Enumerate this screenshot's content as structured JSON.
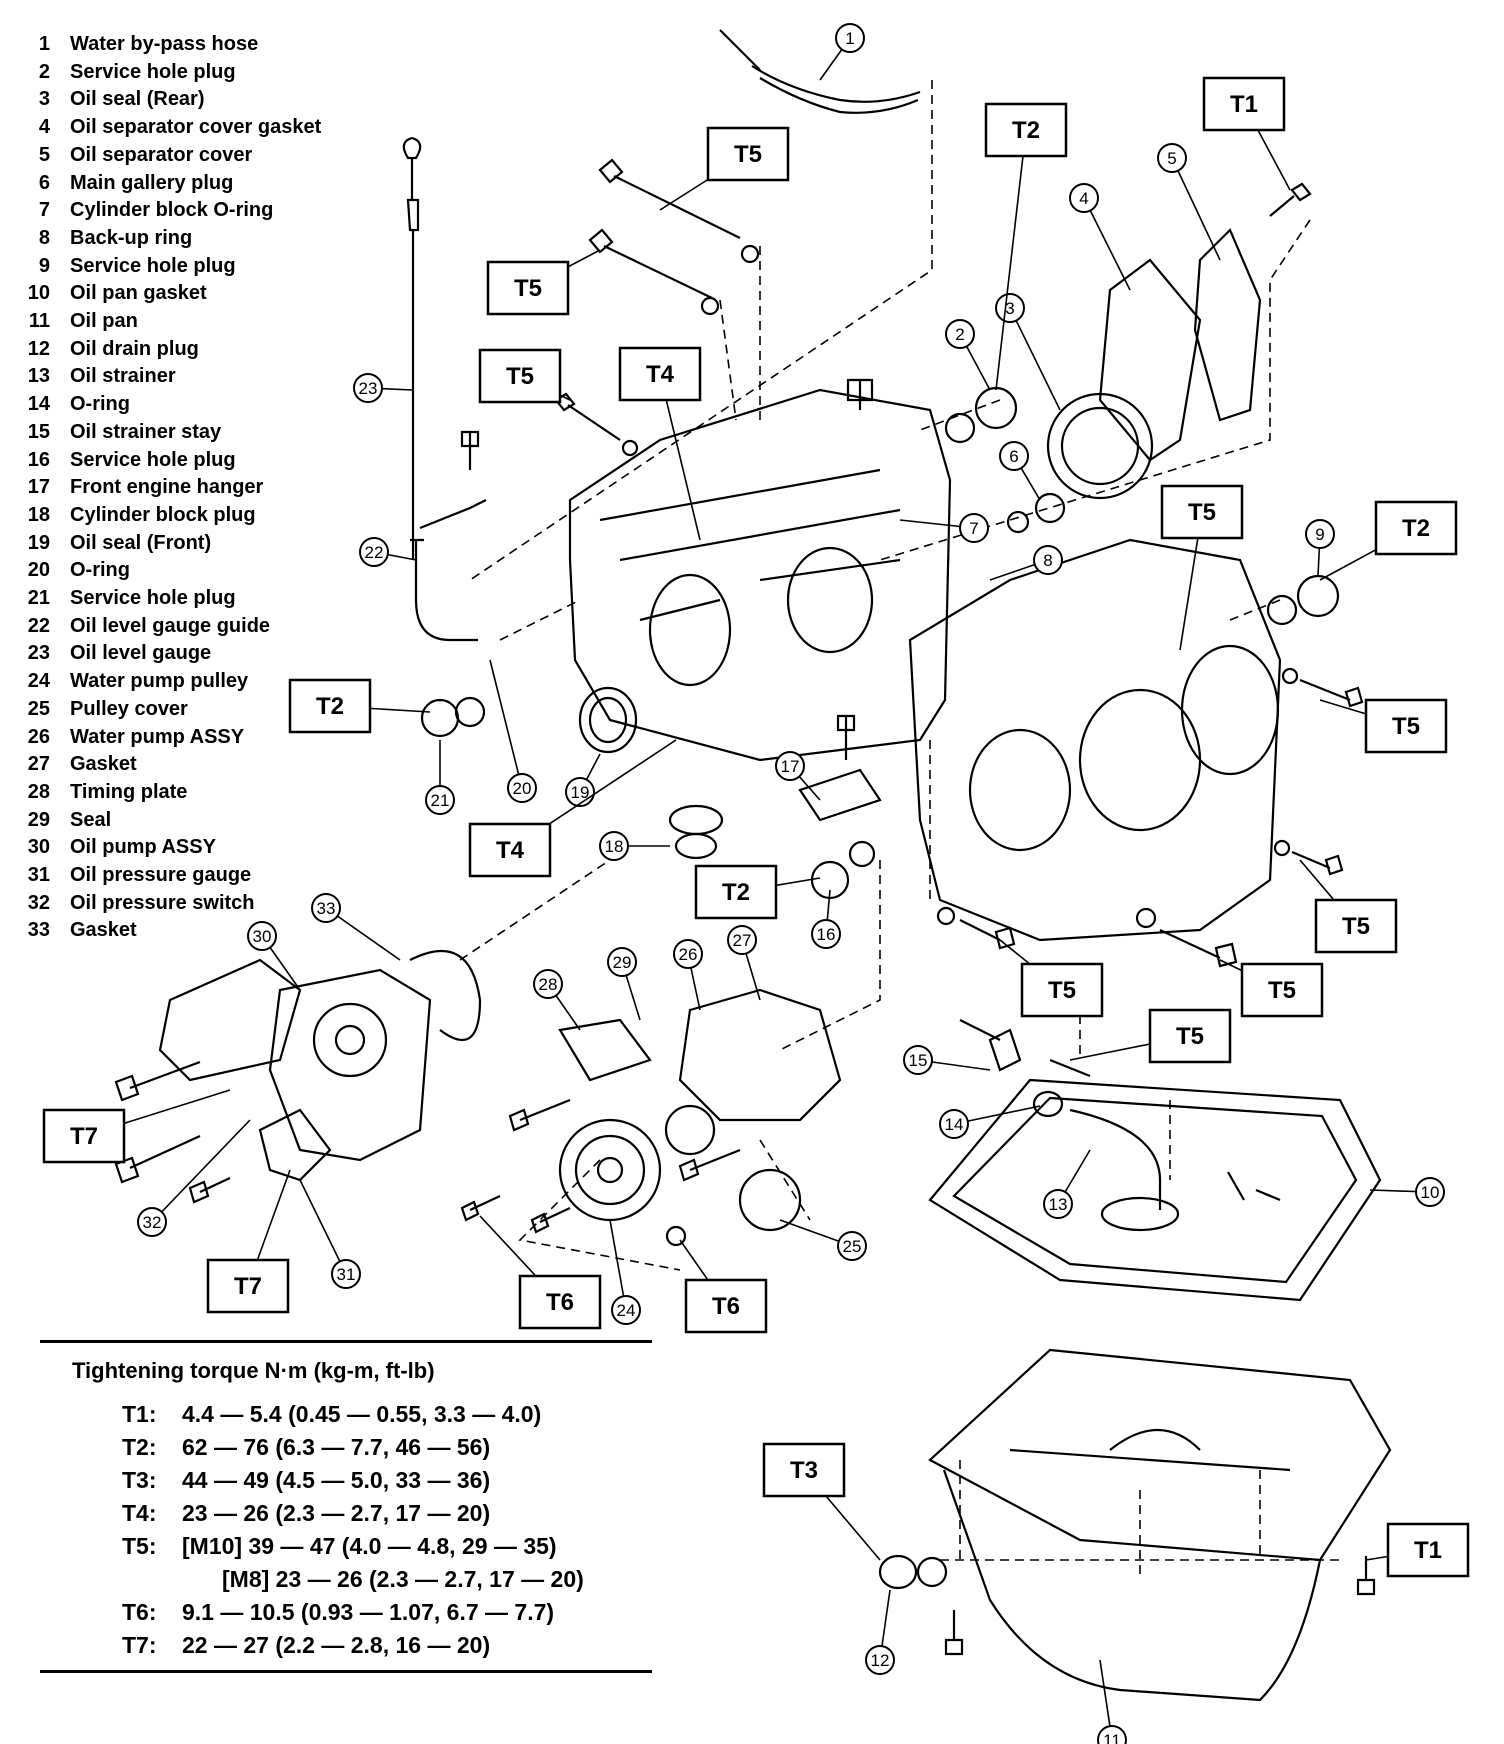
{
  "parts_legend": [
    {
      "no": "1",
      "name": "Water by-pass hose"
    },
    {
      "no": "2",
      "name": "Service hole plug"
    },
    {
      "no": "3",
      "name": "Oil seal (Rear)"
    },
    {
      "no": "4",
      "name": "Oil separator cover gasket"
    },
    {
      "no": "5",
      "name": "Oil separator cover"
    },
    {
      "no": "6",
      "name": "Main gallery plug"
    },
    {
      "no": "7",
      "name": "Cylinder block O-ring"
    },
    {
      "no": "8",
      "name": "Back-up ring"
    },
    {
      "no": "9",
      "name": "Service hole plug"
    },
    {
      "no": "10",
      "name": "Oil pan gasket"
    },
    {
      "no": "11",
      "name": "Oil pan"
    },
    {
      "no": "12",
      "name": "Oil drain plug"
    },
    {
      "no": "13",
      "name": "Oil strainer"
    },
    {
      "no": "14",
      "name": "O-ring"
    },
    {
      "no": "15",
      "name": "Oil strainer stay"
    },
    {
      "no": "16",
      "name": "Service hole plug"
    },
    {
      "no": "17",
      "name": "Front engine hanger"
    },
    {
      "no": "18",
      "name": "Cylinder block plug"
    },
    {
      "no": "19",
      "name": "Oil seal (Front)"
    },
    {
      "no": "20",
      "name": "O-ring"
    },
    {
      "no": "21",
      "name": "Service hole plug"
    },
    {
      "no": "22",
      "name": "Oil level gauge guide"
    },
    {
      "no": "23",
      "name": "Oil level gauge"
    },
    {
      "no": "24",
      "name": "Water pump pulley"
    },
    {
      "no": "25",
      "name": "Pulley cover"
    },
    {
      "no": "26",
      "name": "Water pump ASSY"
    },
    {
      "no": "27",
      "name": "Gasket"
    },
    {
      "no": "28",
      "name": "Timing plate"
    },
    {
      "no": "29",
      "name": "Seal"
    },
    {
      "no": "30",
      "name": "Oil pump ASSY"
    },
    {
      "no": "31",
      "name": "Oil pressure gauge"
    },
    {
      "no": "32",
      "name": "Oil pressure switch"
    },
    {
      "no": "33",
      "name": "Gasket"
    }
  ],
  "torque_table": {
    "heading": "Tightening torque   N·m (kg-m, ft-lb)",
    "rows": [
      {
        "code": "T1:",
        "value": "4.4 — 5.4 (0.45 — 0.55, 3.3 — 4.0)"
      },
      {
        "code": "T2:",
        "value": "62 — 76   (6.3 — 7.7, 46 — 56)"
      },
      {
        "code": "T3:",
        "value": "44 — 49   (4.5 — 5.0, 33 — 36)"
      },
      {
        "code": "T4:",
        "value": "23 — 26   (2.3 — 2.7, 17 — 20)"
      },
      {
        "code": "T5:",
        "value": "[M10] 39 — 47 (4.0 — 4.8, 29 — 35)"
      },
      {
        "code": "",
        "value": "[M8]   23 — 26 (2.3 — 2.7, 17 — 20)"
      },
      {
        "code": "T6:",
        "value": "9.1 — 10.5 (0.93 — 1.07, 6.7 — 7.7)"
      },
      {
        "code": "T7:",
        "value": "22 — 27   (2.2 — 2.8, 16 — 20)"
      }
    ]
  },
  "torque_labels": [
    "T1",
    "T2",
    "T3",
    "T4",
    "T5",
    "T6",
    "T7"
  ],
  "callout_numbers": [
    "1",
    "2",
    "3",
    "4",
    "5",
    "6",
    "7",
    "8",
    "9",
    "10",
    "11",
    "12",
    "13",
    "14",
    "15",
    "16",
    "17",
    "18",
    "19",
    "20",
    "21",
    "22",
    "23",
    "24",
    "25",
    "26",
    "27",
    "28",
    "29",
    "30",
    "31",
    "32",
    "33"
  ]
}
